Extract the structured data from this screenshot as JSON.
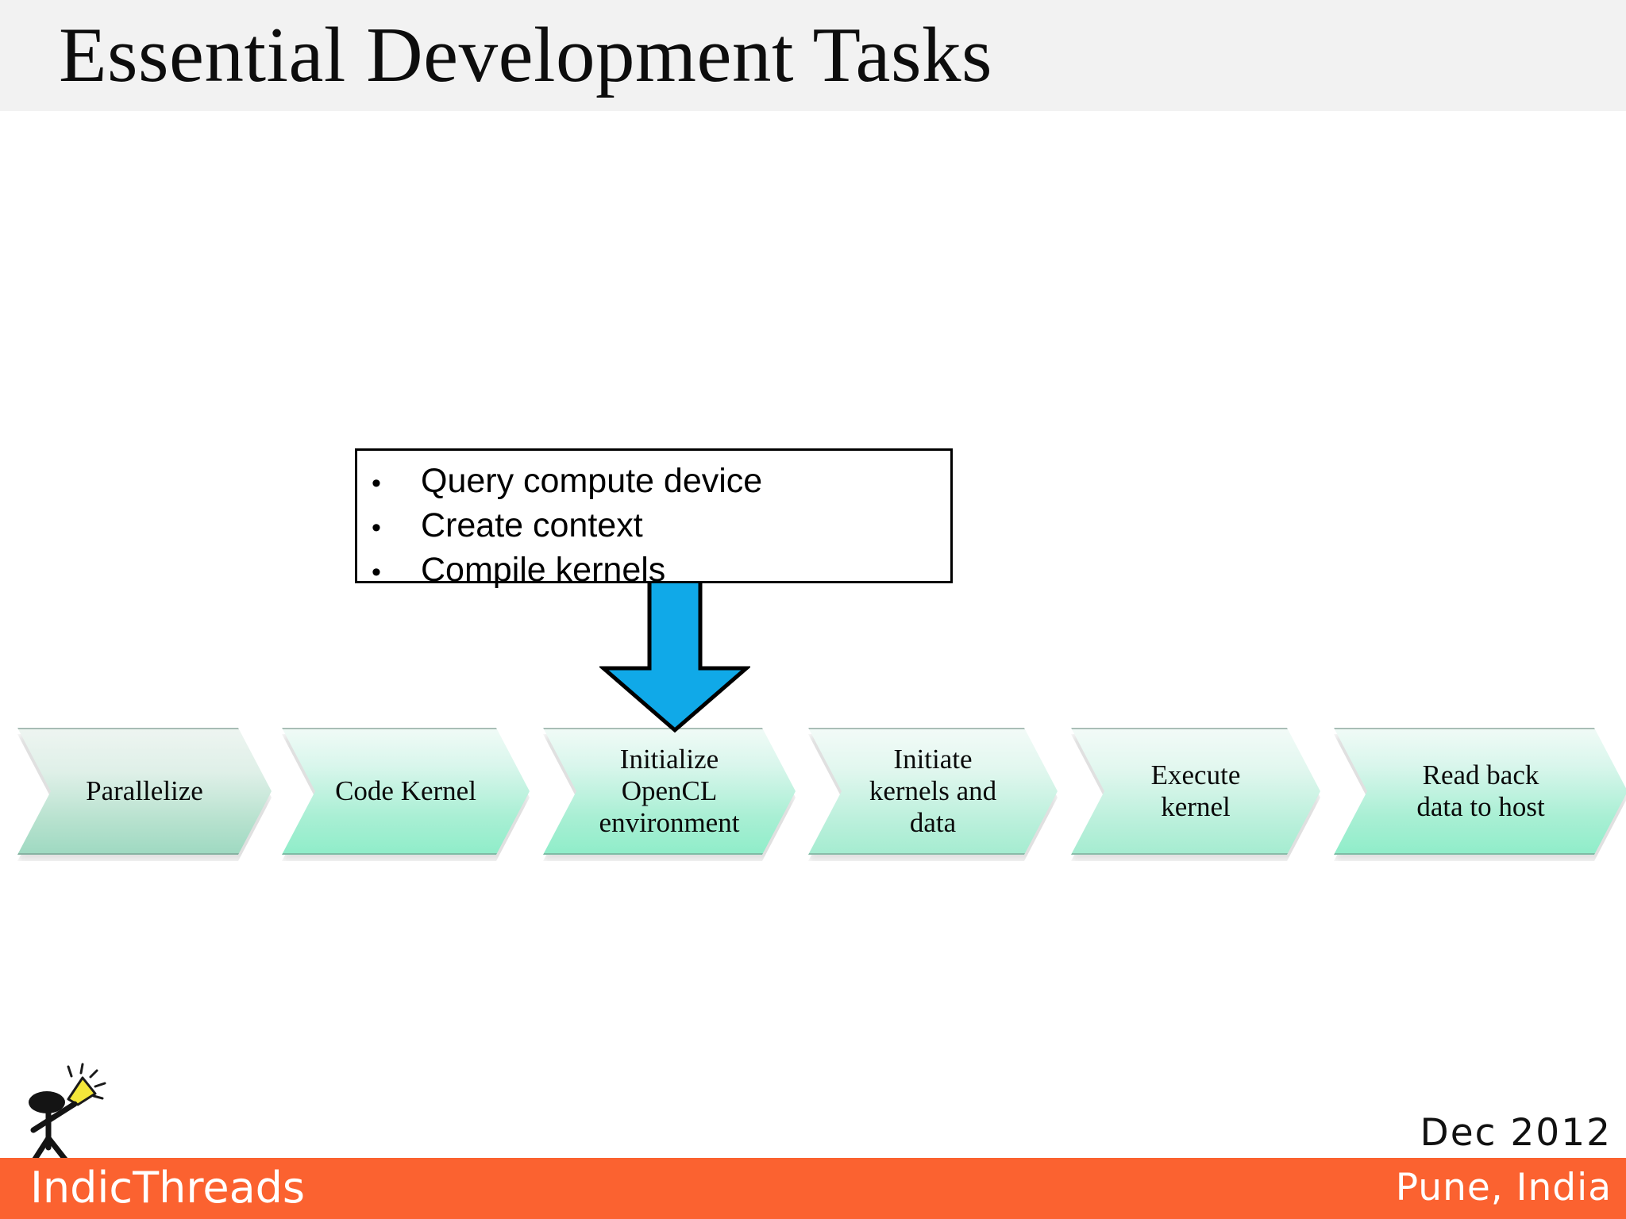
{
  "slide": {
    "title": "Essential Development Tasks",
    "title_band_color": "#f2f2f2",
    "background_color": "#ffffff"
  },
  "callout": {
    "name": "opencl-init-details",
    "bullet_glyph": "•",
    "items": [
      {
        "text": "Query compute device"
      },
      {
        "text": "Create context"
      },
      {
        "text": "Compile kernels"
      }
    ],
    "border_color": "#000000",
    "fill_color": "#ffffff"
  },
  "arrow": {
    "name": "down-arrow",
    "direction": "down",
    "fill_color": "#10a9e8",
    "stroke_color": "#000000",
    "points_to": "Initialize OpenCL environment"
  },
  "process_flow": {
    "type": "chevron-process",
    "orientation": "left-to-right",
    "steps": [
      {
        "index": 1,
        "label": "Parallelize",
        "shade": "chev-a"
      },
      {
        "index": 2,
        "label": "Code Kernel",
        "shade": "chev-b"
      },
      {
        "index": 3,
        "label": "Initialize\nOpenCL\nenvironment",
        "shade": "chev-b"
      },
      {
        "index": 4,
        "label": "Initiate\nkernels and\ndata",
        "shade": "chev-c"
      },
      {
        "index": 5,
        "label": "Execute\nkernel",
        "shade": "chev-c"
      },
      {
        "index": 6,
        "label": "Read back\ndata to host",
        "shade": "chev-b"
      }
    ],
    "gradient_top_color": "#f1fbf7",
    "gradient_bottom_color": "#8fedc9"
  },
  "footer": {
    "brand": "IndicThreads",
    "date": "Dec 2012",
    "location": "Pune, India",
    "bar_color": "#fb6230",
    "text_color": "#ffffff",
    "mascot": "stick-figure-with-lightbulb"
  }
}
